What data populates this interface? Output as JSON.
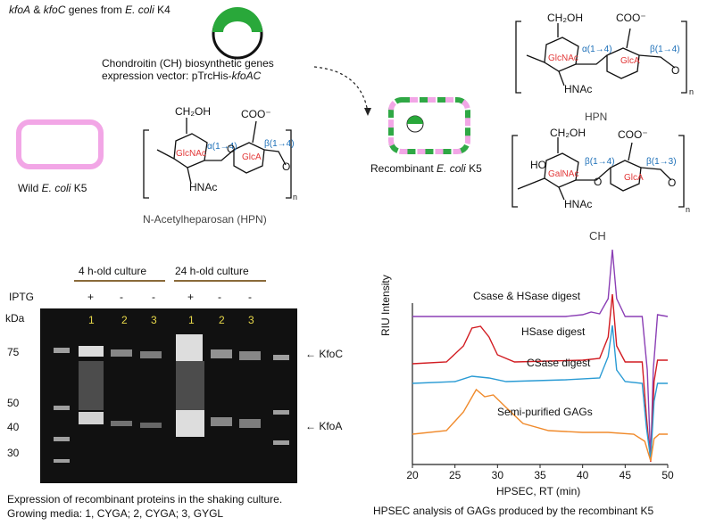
{
  "top": {
    "genes_caption": {
      "gene_a": "kfoA",
      "amp": " & ",
      "gene_c": "kfoC",
      "mid": " genes from ",
      "species": "E. coli",
      "strain": " K4"
    },
    "vector_line1": "Chondroitin (CH) biosynthetic genes",
    "vector_line2_prefix": "expression  vector: pTrcHis-",
    "vector_line2_gene": "kfoAC",
    "wild_prefix": "Wild ",
    "wild_species": "E. coli",
    "wild_suffix": " K5",
    "recomb_prefix": "Recombinant ",
    "recomb_species": "E. coli",
    "recomb_suffix": " K5"
  },
  "structures": {
    "hpn_caption": "N-Acetylheparosan (HPN)",
    "hpn_label": "HPN",
    "ch_label": "CH",
    "ch2oh": "CH₂OH",
    "coo": "COO⁻",
    "glcnac": "GlcNAc",
    "galnac": "GalNAc",
    "glca": "GlcA",
    "hnac": "HNAc",
    "ho": "HO",
    "o": "O",
    "n": "n",
    "a14": "α(1→4)",
    "b14": "β(1→4)",
    "b13": "β(1→3)"
  },
  "gel": {
    "group1": "4 h-old culture",
    "group2": "24 h-old culture",
    "iptg_label": "IPTG",
    "iptg_values": [
      "+",
      "-",
      "-",
      "+",
      "-",
      "-"
    ],
    "kda_label": "kDa",
    "lane_labels": [
      "1",
      "2",
      "3",
      "1",
      "2",
      "3"
    ],
    "markers": [
      "75",
      "50",
      "40",
      "30"
    ],
    "kfoc_label": "← KfoC",
    "kfoa_label": "← KfoA",
    "caption_line1": "Expression of recombinant proteins in the shaking culture.",
    "caption_line2": "Growing media: 1, CYGA; 2, CYGA; 3, GYGL"
  },
  "chart_data": {
    "type": "line",
    "xlabel": "HPSEC, RT (min)",
    "ylabel": "RIU Intensity",
    "x_ticks": [
      "20",
      "25",
      "30",
      "35",
      "40",
      "45",
      "50"
    ],
    "xlim": [
      20,
      50
    ],
    "caption": "HPSEC analysis of GAGs produced by the recombinant K5",
    "series": [
      {
        "name": "Csase & HSase digest",
        "color": "#8b3fb5"
      },
      {
        "name": "HSase digest",
        "color": "#d21c22"
      },
      {
        "name": "CSase digest",
        "color": "#2a9bd4"
      },
      {
        "name": "Semi-purified GAGs",
        "color": "#f08a2b"
      }
    ]
  }
}
